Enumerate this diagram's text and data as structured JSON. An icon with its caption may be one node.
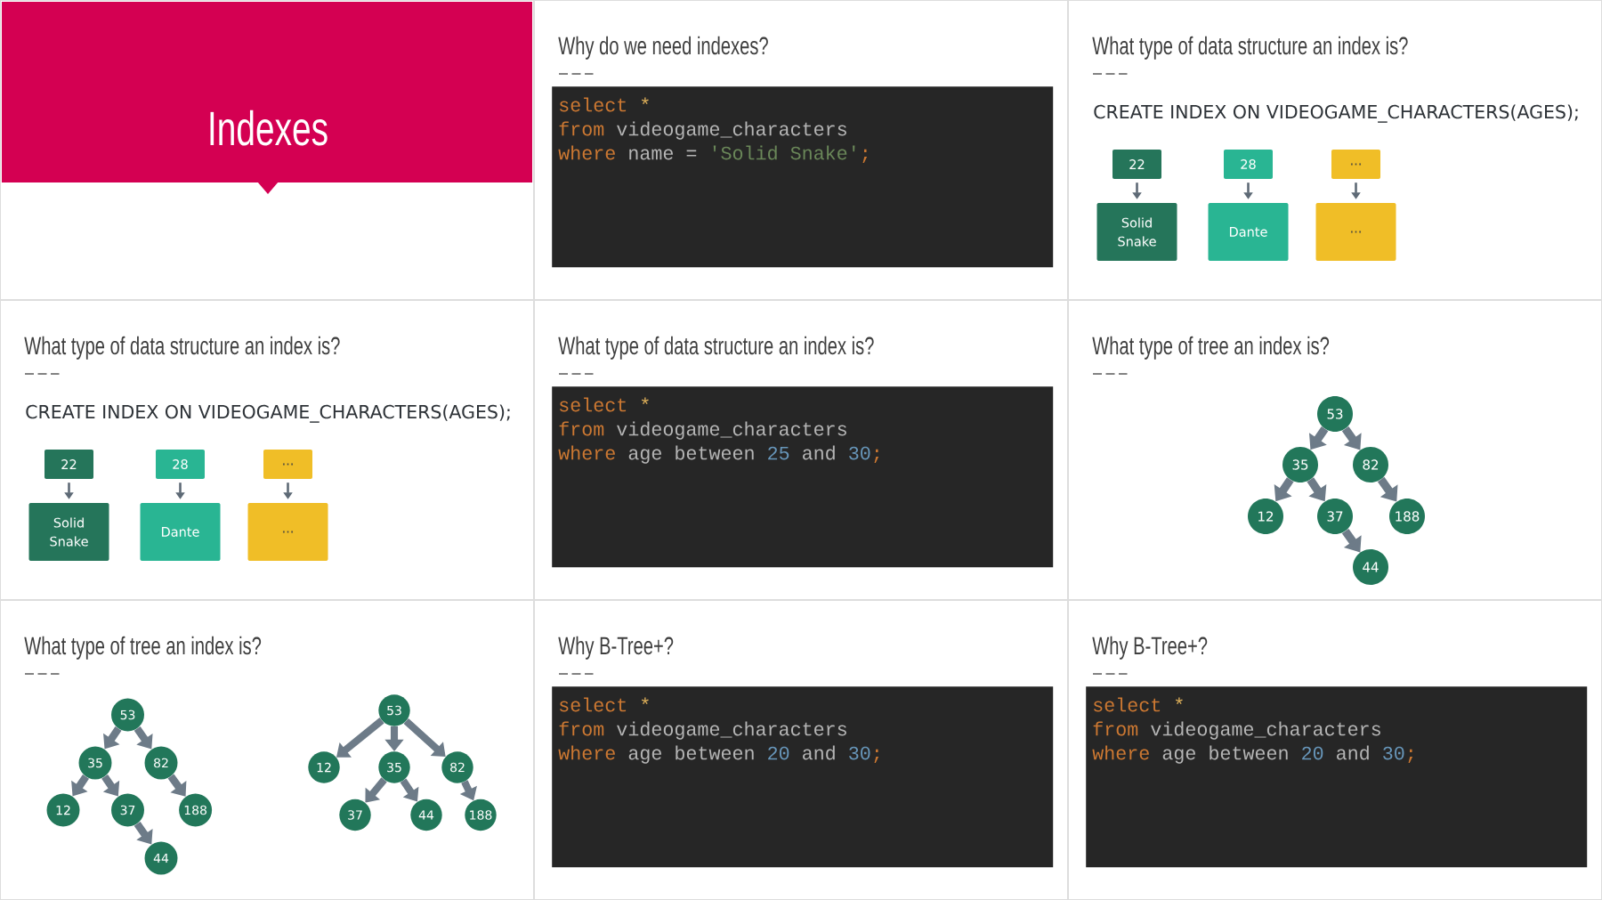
{
  "diagram": {
    "nodes": [
      {
        "text": [],
        "shape": "box"
      },
      {
        "text": [
          "Indexes"
        ],
        "in": 0
      },
      {
        "text": [
          "Why do we need indexes?"
        ]
      },
      {
        "text": [
          "select *",
          "from videogame_characters",
          "where name = 'Solid Snake';"
        ],
        "in": 2
      },
      {
        "text": [
          "What type of data structure an index is?",
          "CREATE INDEX ON VIDEOGAME_CHARACTERS(AGES);"
        ]
      },
      {
        "text": [
          "22"
        ],
        "in": 4
      },
      {
        "text": [
          "28"
        ],
        "in": 4
      },
      {
        "text": [
          "..."
        ],
        "in": 4
      },
      {
        "text": [
          "Solid Snake"
        ],
        "in": 4
      },
      {
        "text": [
          "Dante"
        ],
        "in": 4
      },
      {
        "text": [
          "..."
        ],
        "in": 4
      },
      {
        "text": [
          "What type of data structure an index is?",
          "CREATE INDEX ON VIDEOGAME_CHARACTERS(AGES);"
        ]
      },
      {
        "text": [
          "22"
        ],
        "in": 11
      },
      {
        "text": [
          "28"
        ],
        "in": 11
      },
      {
        "text": [
          "..."
        ],
        "in": 11
      },
      {
        "text": [
          "Solid Snake"
        ],
        "in": 11
      },
      {
        "text": [
          "Dante"
        ],
        "in": 11
      },
      {
        "text": [
          "..."
        ],
        "in": 11
      },
      {
        "text": [
          "What type of data structure an index is?"
        ]
      },
      {
        "text": [
          "select *",
          "from videogame_characters",
          "where age between 25 and 30;"
        ],
        "in": 18
      },
      {
        "text": [
          "What type of tree an index is?"
        ]
      },
      {
        "text": [
          "53"
        ],
        "in": 20
      },
      {
        "text": [
          "35"
        ],
        "in": 20
      },
      {
        "text": [
          "82"
        ],
        "in": 20
      },
      {
        "text": [
          "12"
        ],
        "in": 20
      },
      {
        "text": [
          "37"
        ],
        "in": 20
      },
      {
        "text": [
          "188"
        ],
        "in": 20
      },
      {
        "text": [
          "44"
        ],
        "in": 20
      },
      {
        "text": [
          "What type of tree an index is?"
        ]
      },
      {
        "text": [
          "53"
        ],
        "in": 28
      },
      {
        "text": [
          "35"
        ],
        "in": 28
      },
      {
        "text": [
          "82"
        ],
        "in": 28
      },
      {
        "text": [
          "12"
        ],
        "in": 28
      },
      {
        "text": [
          "37"
        ],
        "in": 28
      },
      {
        "text": [
          "188"
        ],
        "in": 28
      },
      {
        "text": [
          "44"
        ],
        "in": 28
      },
      {
        "text": [
          "53"
        ],
        "in": 28
      },
      {
        "text": [
          "12"
        ],
        "in": 28
      },
      {
        "text": [
          "35"
        ],
        "in": 28
      },
      {
        "text": [
          "82"
        ],
        "in": 28
      },
      {
        "text": [
          "37"
        ],
        "in": 28
      },
      {
        "text": [
          "44"
        ],
        "in": 28
      },
      {
        "text": [
          "188"
        ],
        "in": 28
      },
      {
        "text": [
          "Why B-Tree+?"
        ]
      },
      {
        "text": [
          "select *",
          "from videogame_characters",
          "where age between 20 and 30;"
        ],
        "in": 43
      },
      {
        "text": [
          "Why B-Tree+?"
        ]
      },
      {
        "text": [
          "select *",
          "from videogame_characters",
          "where age between 20 and 30;"
        ],
        "in": 45
      }
    ],
    "edges": [
      {
        "from": 5,
        "to": 8,
        "arrow": "to"
      },
      {
        "from": 6,
        "to": 9,
        "arrow": "to"
      },
      {
        "from": 7,
        "to": 10,
        "arrow": "to"
      },
      {
        "from": 12,
        "to": 15,
        "arrow": "to"
      },
      {
        "from": 13,
        "to": 16,
        "arrow": "to"
      },
      {
        "from": 14,
        "to": 17,
        "arrow": "to"
      },
      {
        "from": 21,
        "to": 22,
        "arrow": "to"
      },
      {
        "from": 21,
        "to": 23,
        "arrow": "to"
      },
      {
        "from": 22,
        "to": 24,
        "arrow": "to"
      },
      {
        "from": 22,
        "to": 25,
        "arrow": "to"
      },
      {
        "from": 23,
        "to": 26,
        "arrow": "to"
      },
      {
        "from": 25,
        "to": 27,
        "arrow": "to"
      },
      {
        "from": 29,
        "to": 30,
        "arrow": "to"
      },
      {
        "from": 29,
        "to": 31,
        "arrow": "to"
      },
      {
        "from": 30,
        "to": 32,
        "arrow": "to"
      },
      {
        "from": 30,
        "to": 33,
        "arrow": "to"
      },
      {
        "from": 31,
        "to": 34,
        "arrow": "to"
      },
      {
        "from": 33,
        "to": 35,
        "arrow": "to"
      },
      {
        "from": 36,
        "to": 37,
        "arrow": "to"
      },
      {
        "from": 36,
        "to": 38,
        "arrow": "to"
      },
      {
        "from": 36,
        "to": 39,
        "arrow": "to"
      },
      {
        "from": 38,
        "to": 40,
        "arrow": "to"
      },
      {
        "from": 38,
        "to": 41,
        "arrow": "to"
      },
      {
        "from": 39,
        "to": 42,
        "arrow": "to"
      }
    ]
  }
}
